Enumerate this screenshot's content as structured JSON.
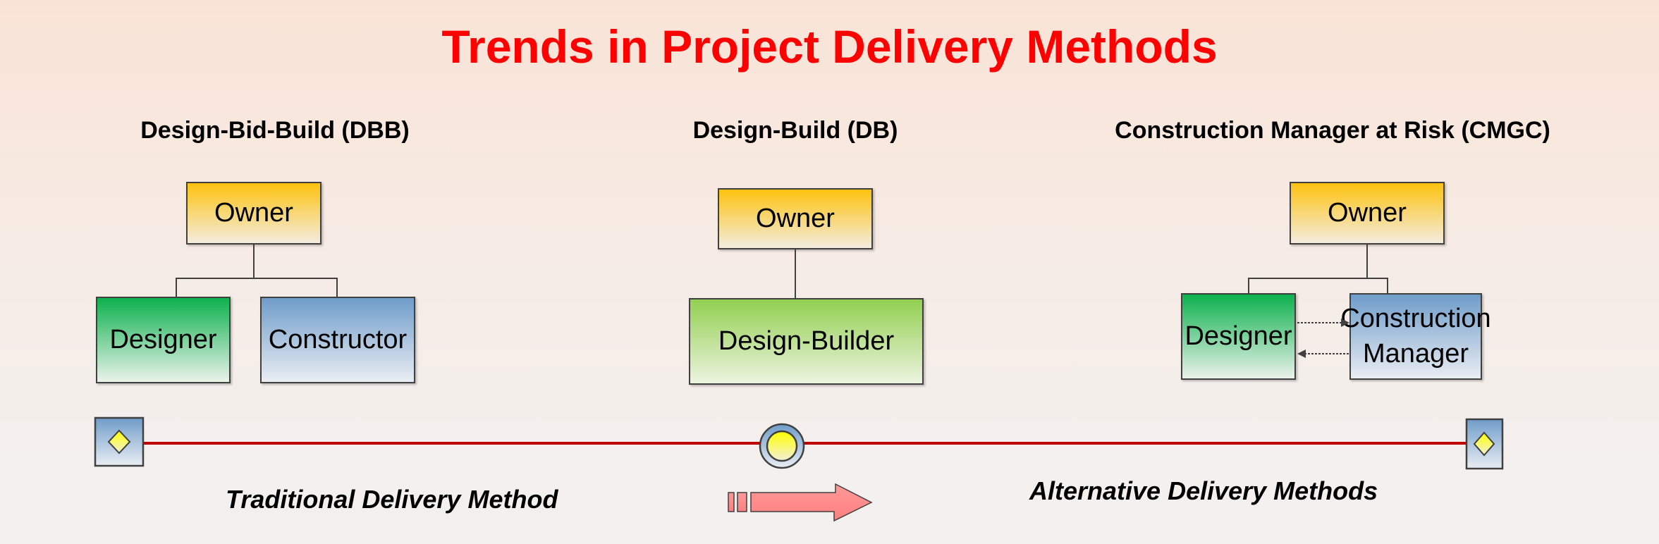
{
  "title": "Trends in Project Delivery Methods",
  "methods": {
    "dbb": {
      "heading": "Design-Bid-Build (DBB)",
      "owner": "Owner",
      "designer": "Designer",
      "constructor": "Constructor"
    },
    "db": {
      "heading": "Design-Build (DB)",
      "owner": "Owner",
      "design_builder": "Design-Builder"
    },
    "cmgc": {
      "heading": "Construction Manager at Risk (CMGC)",
      "owner": "Owner",
      "designer": "Designer",
      "construction_manager": "Construction Manager"
    }
  },
  "timeline": {
    "left_label": "Traditional Delivery Method",
    "right_label": "Alternative Delivery Methods",
    "line_color": "#c00000",
    "arrow_color": "#ff8080"
  }
}
